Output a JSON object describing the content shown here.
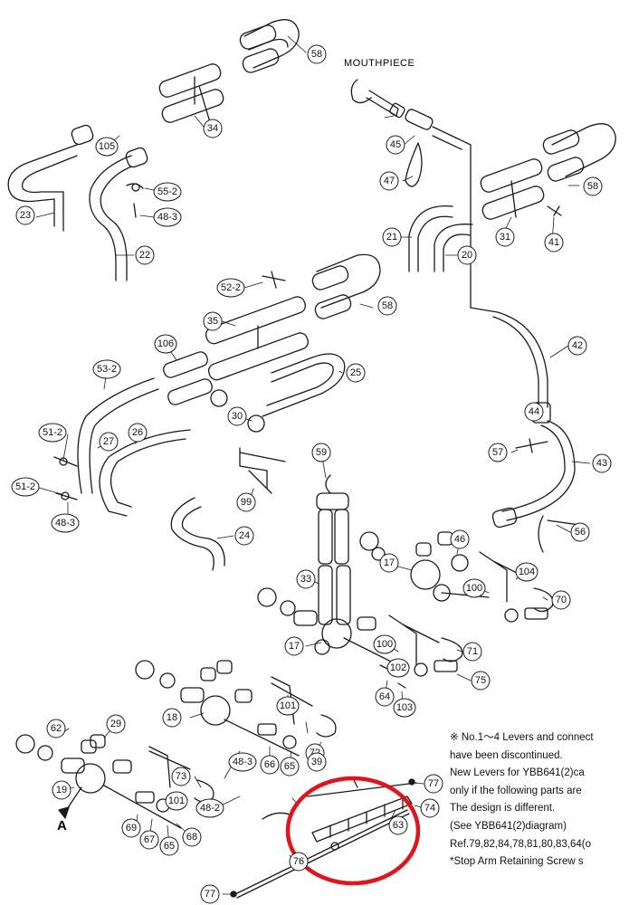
{
  "labels": {
    "mouthpiece": "MOUTHPIECE",
    "arrow_label": "A"
  },
  "callouts": [
    "58",
    "34",
    "105",
    "55-2",
    "48-3",
    "22",
    "23",
    "45",
    "47",
    "58",
    "31",
    "41",
    "21",
    "20",
    "52-2",
    "58",
    "35",
    "106",
    "53-2",
    "25",
    "30",
    "26",
    "27",
    "51-2",
    "51-2",
    "48-3",
    "99",
    "24",
    "59",
    "42",
    "44",
    "57",
    "43",
    "56",
    "46",
    "104",
    "100",
    "70",
    "33",
    "17",
    "17",
    "71",
    "100",
    "102",
    "64",
    "75",
    "103",
    "101",
    "62",
    "29",
    "18",
    "66",
    "65",
    "72",
    "73",
    "19",
    "101",
    "69",
    "67",
    "65",
    "68",
    "48-3",
    "48-2",
    "39",
    "63",
    "77",
    "74",
    "76",
    "77"
  ],
  "note": {
    "lines": [
      "※ No.1〜4  Levers and connect",
      "have been discontinued.",
      "New Levers for YBB641(2)ca",
      "only if the following parts are",
      "The design is different.",
      "(See YBB641(2)diagram)",
      "Ref.79,82,84,78,81,80,83,64(o",
      "*Stop Arm Retaining Screw s"
    ]
  },
  "colors": {
    "line": "#1a1a1a",
    "highlight_circle": "#e0141c"
  }
}
